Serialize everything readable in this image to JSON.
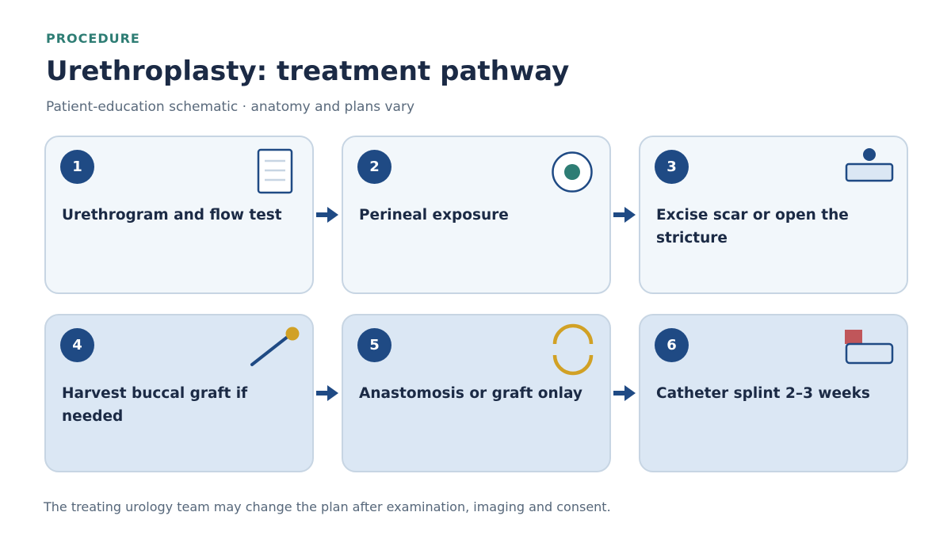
{
  "header": {
    "eyebrow": "PROCEDURE",
    "title": "Urethroplasty: treatment pathway",
    "subtitle": "Patient-education schematic · anatomy and plans vary"
  },
  "steps": [
    {
      "number": "1",
      "label": "Urethrogram and flow test",
      "icon": "document-icon"
    },
    {
      "number": "2",
      "label": "Perineal exposure",
      "icon": "target-icon"
    },
    {
      "number": "3",
      "label": "Excise scar or open the stricture",
      "icon": "dot-on-bar-icon"
    },
    {
      "number": "4",
      "label": "Harvest buccal graft if needed",
      "icon": "probe-icon"
    },
    {
      "number": "5",
      "label": "Anastomosis or graft onlay",
      "icon": "split-ring-icon"
    },
    {
      "number": "6",
      "label": "Catheter splint 2–3 weeks",
      "icon": "catheter-icon"
    }
  ],
  "footer": {
    "note": "The treating urology team may change the plan after examination, imaging and consent."
  },
  "colors": {
    "accent": "#2e7d74",
    "badge": "#1f4a84",
    "gold": "#d1a125",
    "red": "#c0565a",
    "arrow": "#1f4a84"
  }
}
